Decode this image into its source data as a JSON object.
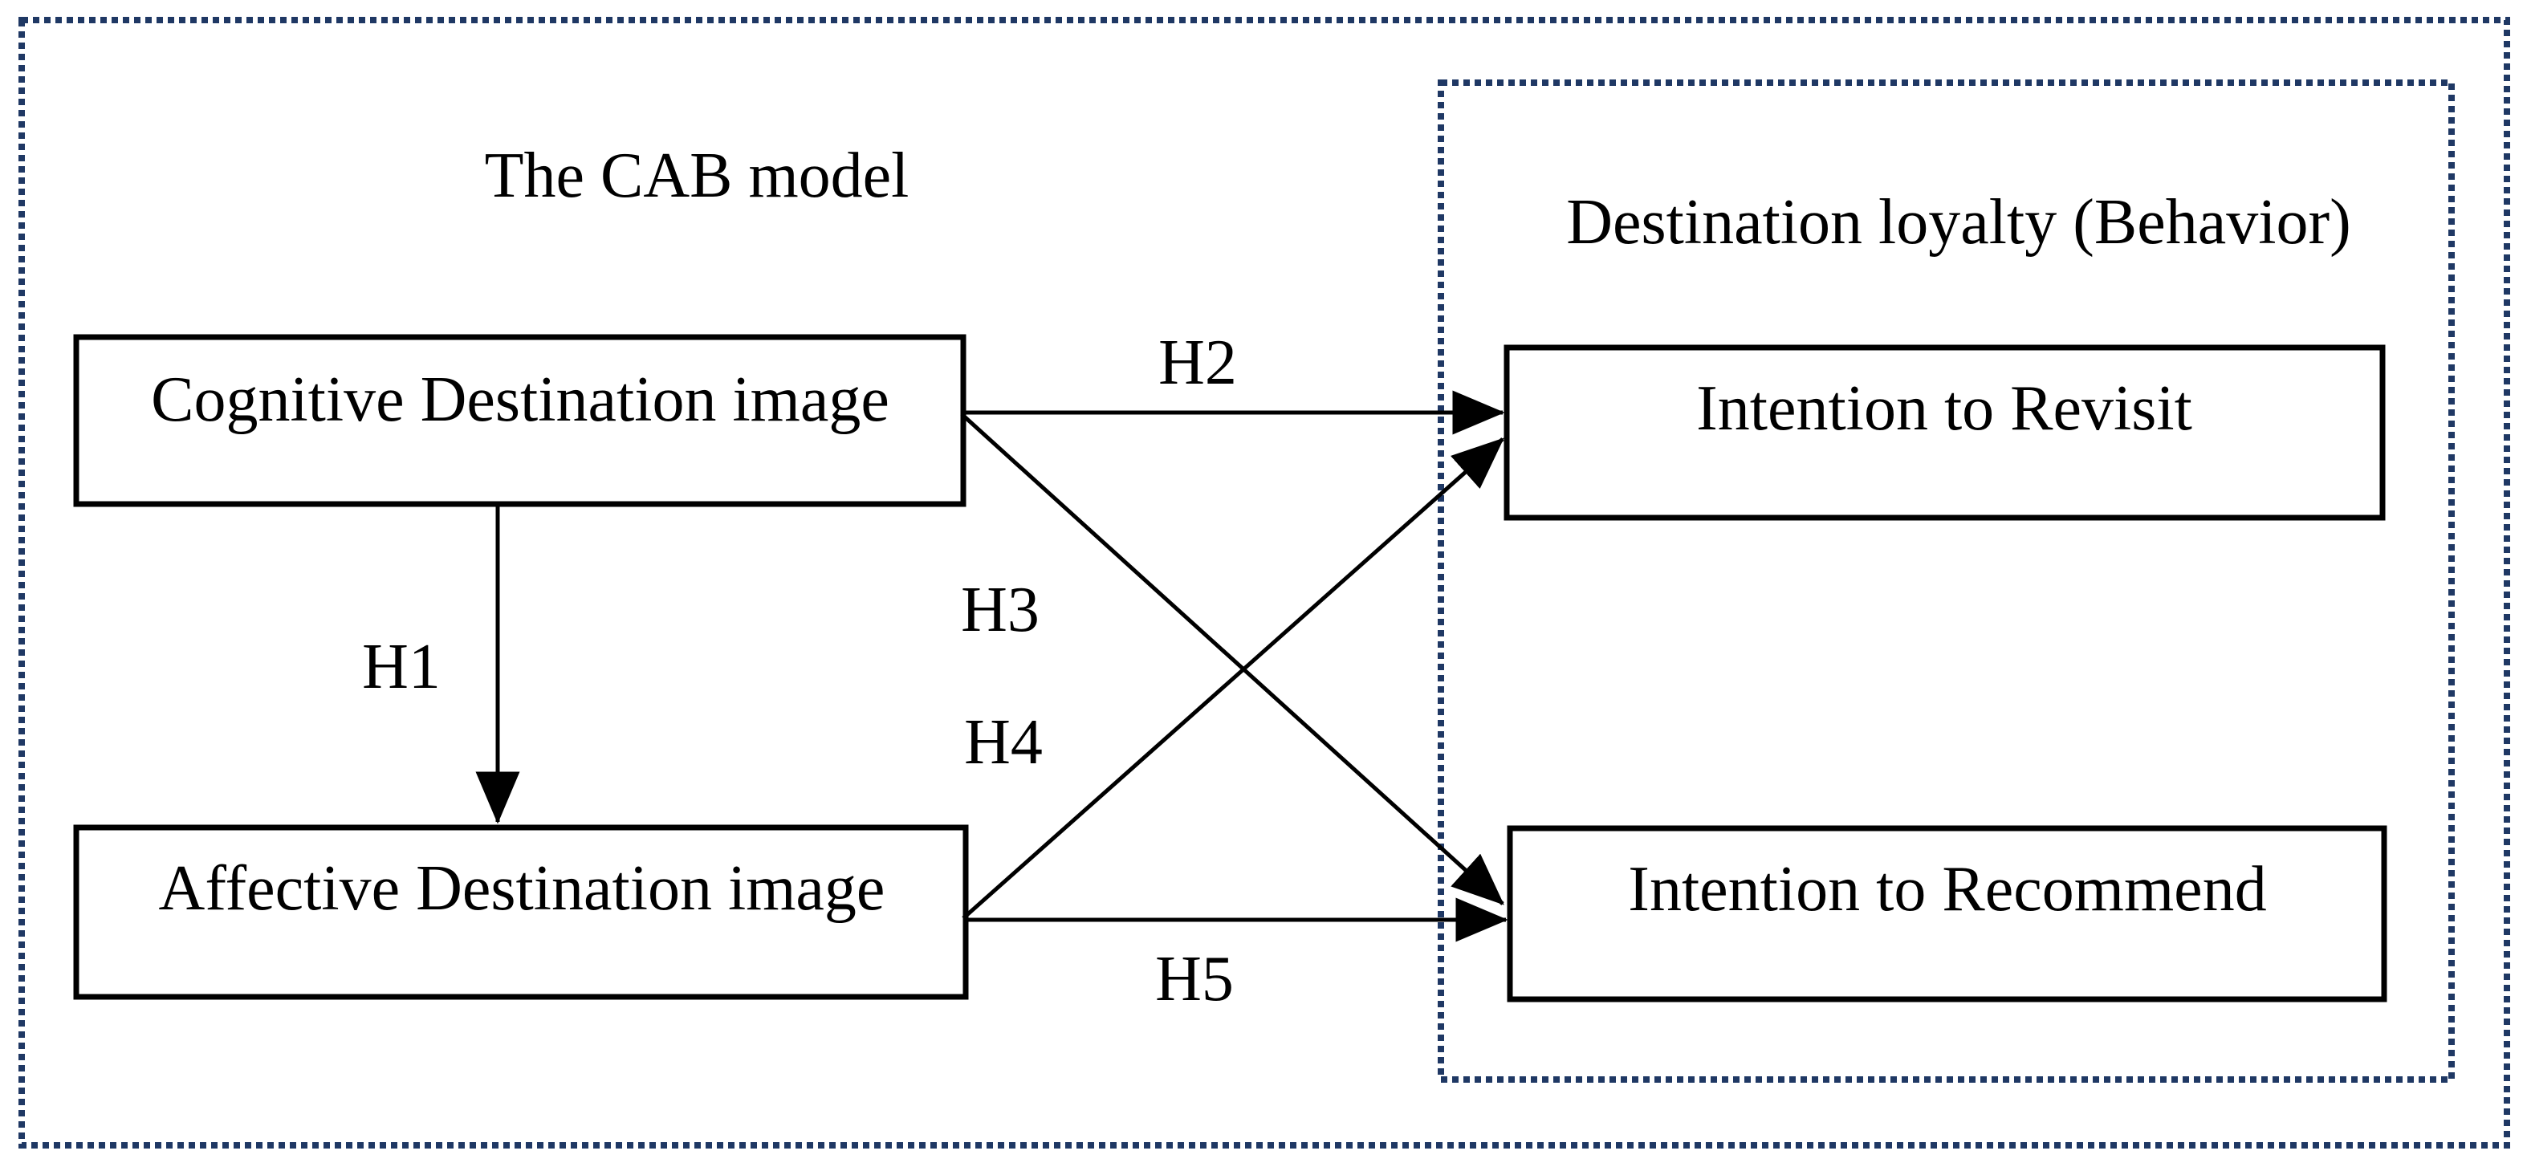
{
  "diagram": {
    "left_panel_title": "The CAB model",
    "right_panel_title": "Destination loyalty (Behavior)",
    "boxes": {
      "cognitive": "Cognitive Destination image",
      "affective": "Affective Destination image",
      "revisit": "Intention to Revisit",
      "recommend": "Intention to Recommend"
    },
    "hypotheses": {
      "h1": "H1",
      "h2": "H2",
      "h3": "H3",
      "h4": "H4",
      "h5": "H5"
    },
    "edges": [
      {
        "label": "H1",
        "from": "Cognitive Destination image",
        "to": "Affective Destination image"
      },
      {
        "label": "H2",
        "from": "Cognitive Destination image",
        "to": "Intention to Revisit"
      },
      {
        "label": "H3",
        "from": "Cognitive Destination image",
        "to": "Intention to Recommend"
      },
      {
        "label": "H4",
        "from": "Affective Destination image",
        "to": "Intention to Revisit"
      },
      {
        "label": "H5",
        "from": "Affective Destination image",
        "to": "Intention to Recommend"
      }
    ],
    "colors": {
      "frame_dotted": "#1f3864",
      "box_border": "#000000",
      "arrow": "#000000",
      "text": "#000000",
      "background": "#ffffff"
    }
  }
}
